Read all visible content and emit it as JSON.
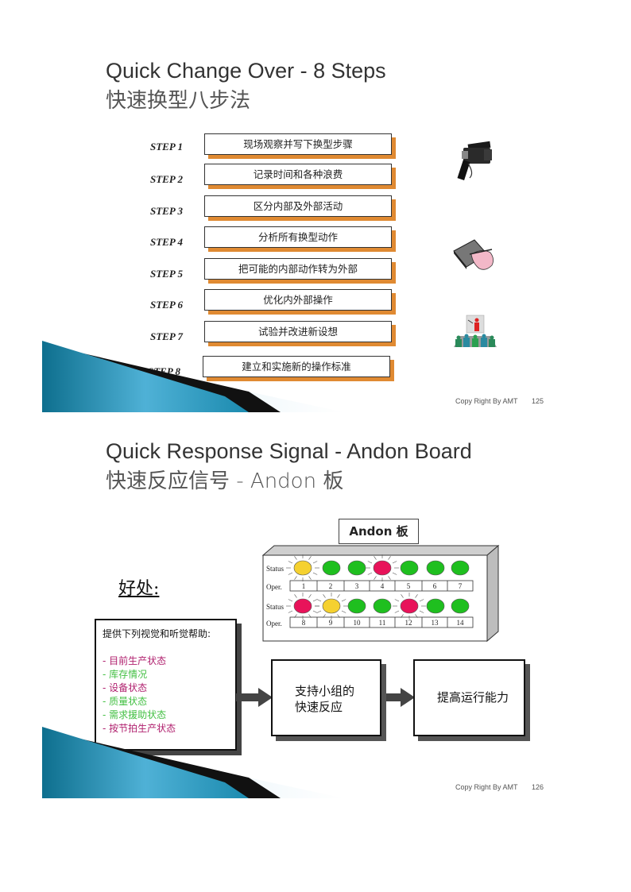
{
  "slide1": {
    "title_en": "Quick Change Over - 8 Steps",
    "title_zh": "快速换型八步法",
    "steps": [
      {
        "label": "STEP 1",
        "text": "现场观察并写下换型步骤"
      },
      {
        "label": "STEP 2",
        "text": "记录时间和各种浪费"
      },
      {
        "label": "STEP 3",
        "text": "区分内部及外部活动"
      },
      {
        "label": "STEP 4",
        "text": "分析所有换型动作"
      },
      {
        "label": "STEP 5",
        "text": "把可能的内部动作转为外部"
      },
      {
        "label": "STEP 6",
        "text": "优化内外部操作"
      },
      {
        "label": "STEP 7",
        "text": "试验并改进新设想"
      },
      {
        "label": "STEP 8",
        "text": "建立和实施新的操作标准"
      }
    ],
    "icons": [
      "video-camera-icon",
      "writing-hand-icon",
      "presentation-audience-icon"
    ],
    "footer": {
      "copyright": "Copy Right By AMT",
      "page": "125"
    }
  },
  "slide2": {
    "title_en": "Quick Response Signal - Andon Board",
    "title_zh": "快速反应信号 - Andon 板",
    "board_label": "Andon 板",
    "row_labels": {
      "status": "Status",
      "oper": "Oper."
    },
    "colors": {
      "green": "#1fbf1f",
      "yellow": "#f5d130",
      "red": "#e8135a",
      "accent": "#e08a32"
    },
    "rows": [
      {
        "statuses": [
          "yellow",
          "green",
          "green",
          "red",
          "green",
          "green",
          "green"
        ],
        "opers": [
          "1",
          "2",
          "3",
          "4",
          "5",
          "6",
          "7"
        ]
      },
      {
        "statuses": [
          "red",
          "yellow",
          "green",
          "green",
          "red",
          "green",
          "green"
        ],
        "opers": [
          "8",
          "9",
          "10",
          "11",
          "12",
          "13",
          "14"
        ]
      }
    ],
    "benefit_title": "好处:",
    "info": {
      "heading": "提供下列视觉和听觉帮助:",
      "items": [
        {
          "text": "- 目前生产状态",
          "color": "#b0206e"
        },
        {
          "text": "- 库存情况",
          "color": "#44c044"
        },
        {
          "text": "- 设备状态",
          "color": "#b0206e"
        },
        {
          "text": "- 质量状态",
          "color": "#44c044"
        },
        {
          "text": "- 需求援助状态",
          "color": "#44c044"
        },
        {
          "text": "- 按节拍生产状态",
          "color": "#b0206e"
        }
      ]
    },
    "flow": [
      {
        "text": "支持小组的\n快速反应"
      },
      {
        "text": "提高运行能力"
      }
    ],
    "footer": {
      "copyright": "Copy Right By AMT",
      "page": "126"
    }
  }
}
